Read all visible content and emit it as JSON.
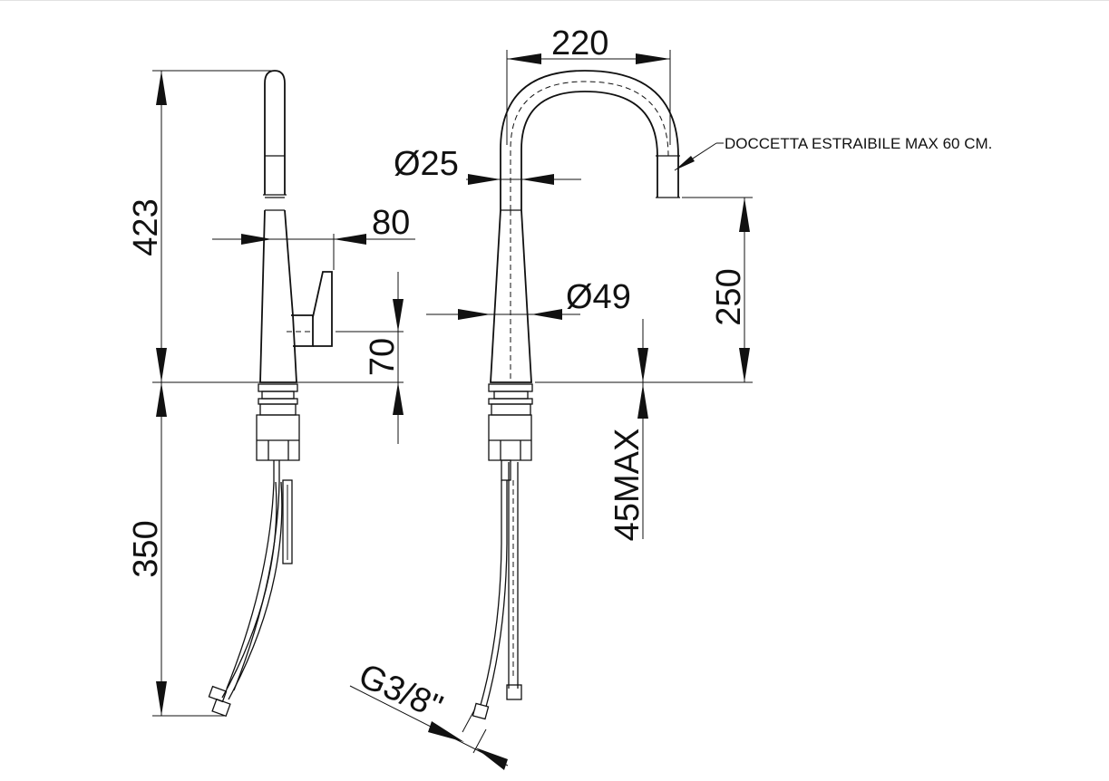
{
  "drawing": {
    "dimensions": {
      "total_height": "423",
      "hose_length": "350",
      "spout_offset": "80",
      "handle_height": "70",
      "spout_reach": "220",
      "spout_diameter": "Ø25",
      "body_diameter": "Ø49",
      "spout_height": "250",
      "deck_thickness": "45MAX",
      "thread": "G3/8\""
    },
    "note": "DOCCETTA ESTRAIBILE MAX 60 CM."
  }
}
